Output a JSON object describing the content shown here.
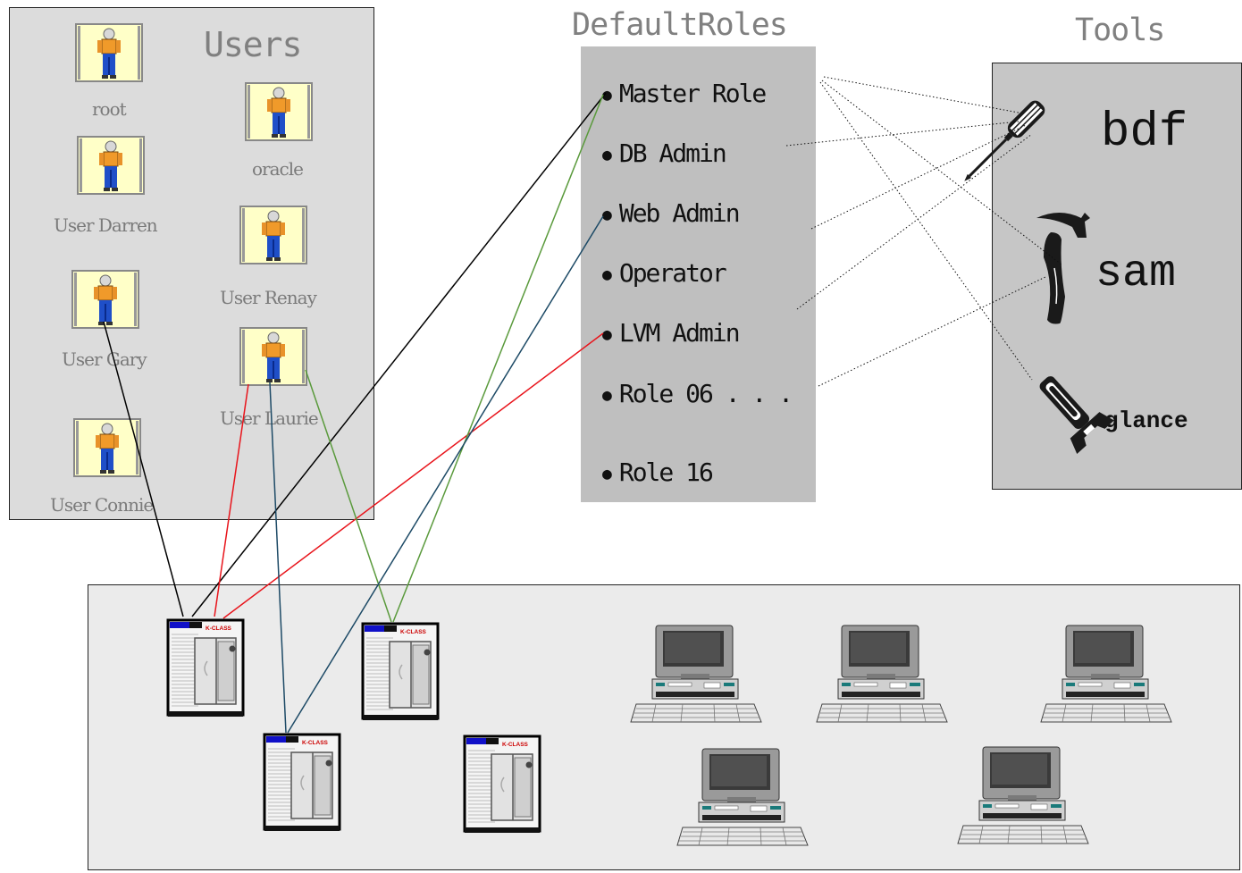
{
  "titles": {
    "users": "Users",
    "roles": "DefaultRoles",
    "tools": "Tools"
  },
  "users": [
    {
      "label": "root"
    },
    {
      "label": "oracle"
    },
    {
      "label": "User Darren"
    },
    {
      "label": "User Renay"
    },
    {
      "label": "User Gary"
    },
    {
      "label": "User Laurie"
    },
    {
      "label": "User Connie"
    }
  ],
  "roles": [
    {
      "label": "Master Role"
    },
    {
      "label": "DB Admin"
    },
    {
      "label": "Web Admin"
    },
    {
      "label": "Operator"
    },
    {
      "label": "LVM Admin"
    },
    {
      "label": "Role 06 . . ."
    },
    {
      "label": "Role 16"
    }
  ],
  "tools": [
    {
      "label": "bdf",
      "icon": "screwdriver-icon"
    },
    {
      "label": "sam",
      "icon": "hammer-icon"
    },
    {
      "label": "glance",
      "icon": "wrench-icon"
    }
  ],
  "servers": [
    {
      "badge": "K-CLASS"
    },
    {
      "badge": "K-CLASS"
    },
    {
      "badge": "K-CLASS"
    },
    {
      "badge": "K-CLASS"
    }
  ],
  "workstations": 5,
  "colors": {
    "black_link": "#000000",
    "red_link": "#e8141b",
    "green_link": "#5a9a3c",
    "blue_link": "#1d4a66",
    "badge_red": "#cc0000"
  }
}
